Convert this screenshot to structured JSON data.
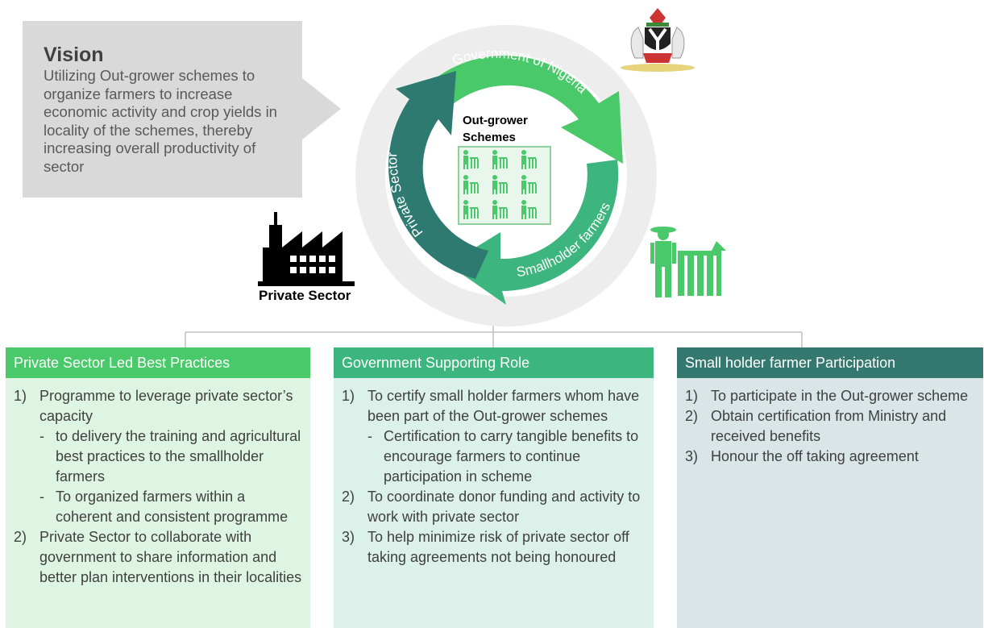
{
  "vision": {
    "title": "Vision",
    "body": "Utilizing Out-grower schemes to organize farmers to increase economic activity and crop yields in locality of the schemes, thereby increasing overall productivity of sector"
  },
  "cycle": {
    "government_label": "Government of Nigeria",
    "smallholder_label": "Smallholder farmers",
    "private_label": "Private Sector",
    "center_title_line1": "Out-grower",
    "center_title_line2": "Schemes"
  },
  "icons": {
    "crest": "nigeria-coat-of-arms-icon",
    "factory": "factory-icon",
    "farmer": "farmer-icon",
    "people": "farmer-group-icon"
  },
  "factory_label": "Private Sector",
  "columns": [
    {
      "title": "Private Sector Led Best Practices",
      "items": [
        {
          "num": "1)",
          "text": "Programme to leverage private sector’s capacity",
          "subs": [
            "to delivery the training and agricultural best practices to the smallholder farmers",
            "To organized farmers within a coherent and consistent programme"
          ]
        },
        {
          "num": "2)",
          "text": "Private Sector to collaborate with government to share information and better plan interventions in their localities",
          "subs": []
        }
      ]
    },
    {
      "title": "Government Supporting Role",
      "items": [
        {
          "num": "1)",
          "text": "To certify small holder farmers whom have been part of the Out-grower schemes",
          "subs": [
            "Certification to carry tangible benefits to encourage farmers to continue participation in scheme"
          ]
        },
        {
          "num": "2)",
          "text": "To coordinate donor funding and activity to work with private sector",
          "subs": []
        },
        {
          "num": "3)",
          "text": "To help minimize risk of private sector off taking agreements not being honoured",
          "subs": []
        }
      ]
    },
    {
      "title": "Small holder farmer Participation",
      "items": [
        {
          "num": "1)",
          "text": "To participate in the Out-grower scheme",
          "subs": []
        },
        {
          "num": "2)",
          "text": "Obtain certification from Ministry and received benefits",
          "subs": []
        },
        {
          "num": "3)",
          "text": "Honour the off taking agreement",
          "subs": []
        }
      ]
    }
  ],
  "colors": {
    "vision_bg": "#d9d9d9",
    "cycle_bg": "#ededed",
    "arrow_green": "#49c96a",
    "arrow_mid": "#3db57e",
    "arrow_dark": "#2e7a70"
  }
}
